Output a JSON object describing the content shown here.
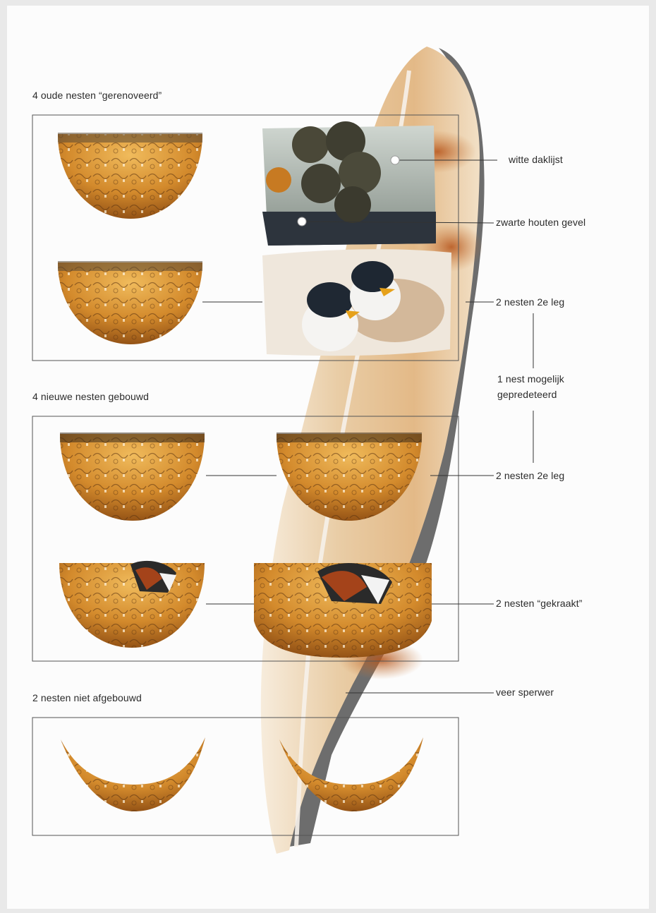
{
  "sections": [
    {
      "title": "4 oude nesten “gerenoveerd”"
    },
    {
      "title": "4 nieuwe nesten gebouwd"
    },
    {
      "title": "2 nesten niet afgebouwd"
    }
  ],
  "annotations": {
    "witte_daklijst": "witte daklijst",
    "zwarte_houten_gevel": "zwarte houten gevel",
    "nesten_2e_leg_top": "2 nesten 2e leg",
    "nest_predated_line1": "1 nest mogelijk",
    "nest_predated_line2": "gepredeteerd",
    "nesten_2e_leg_bottom": "2 nesten 2e leg",
    "nesten_gekraakt": "2 nesten “gekraakt”",
    "veer_sperwer": "veer sperwer"
  },
  "colors": {
    "nest_light": "#e5a64a",
    "nest_mid": "#c98226",
    "nest_dark": "#6b3d10",
    "feather": "#e8c9a0",
    "feather_shadow": "#6f6f6f",
    "rust": "#b85a1c"
  }
}
